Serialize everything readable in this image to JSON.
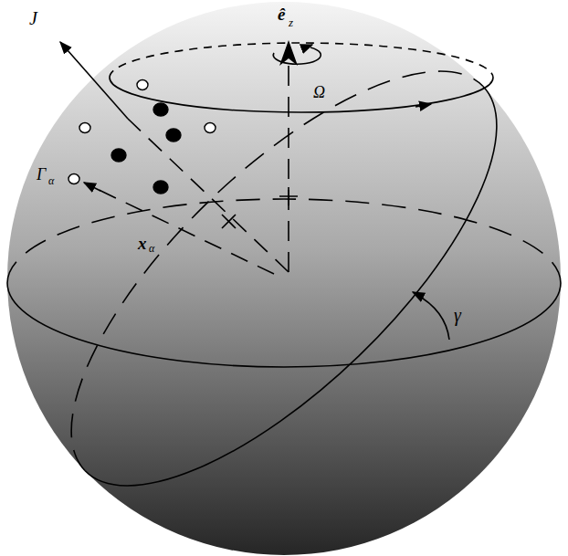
{
  "diagram": {
    "labels": [
      "J",
      "ê",
      "z",
      "Ω",
      "Γ",
      "α",
      "x",
      "α",
      "γ"
    ]
  }
}
